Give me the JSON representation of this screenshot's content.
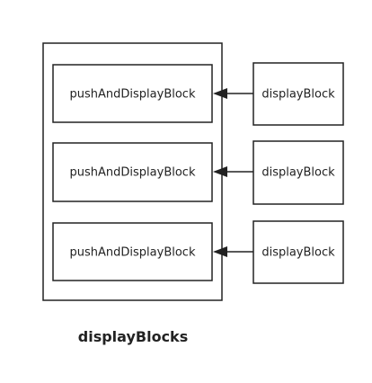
{
  "diagram": {
    "caption": "displayBlocks",
    "rows": [
      {
        "left_label": "pushAndDisplayBlock",
        "right_label": "displayBlock"
      },
      {
        "left_label": "pushAndDisplayBlock",
        "right_label": "displayBlock"
      },
      {
        "left_label": "pushAndDisplayBlock",
        "right_label": "displayBlock"
      }
    ],
    "colors": {
      "stroke": "#222222",
      "background": "#ffffff"
    }
  }
}
